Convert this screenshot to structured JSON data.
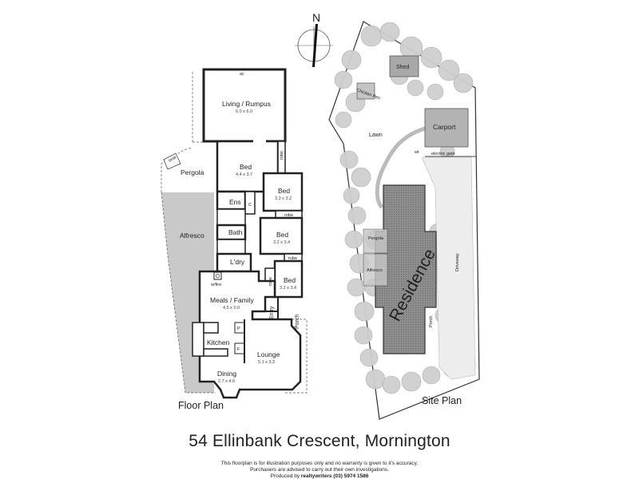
{
  "compass": {
    "label": "N"
  },
  "floor_plan": {
    "title": "Floor  Plan",
    "rooms": {
      "living": {
        "name": "Living / Rumpus",
        "dims": "6.0 x 6.0"
      },
      "bed1": {
        "name": "Bed",
        "dims": "4.4 x 3.7"
      },
      "bed2": {
        "name": "Bed",
        "dims": "3.3 x 3.2"
      },
      "bed3": {
        "name": "Bed",
        "dims": "3.2 x 3.4"
      },
      "bed4": {
        "name": "Bed",
        "dims": "3.2 x 3.4"
      },
      "meals": {
        "name": "Meals / Family",
        "dims": "4.5 x 0.0"
      },
      "lounge": {
        "name": "Lounge",
        "dims": "5.1 x 3.3"
      },
      "dining": {
        "name": "Dining",
        "dims": "2.7 x 4.0"
      },
      "kitchen": {
        "name": "Kitchen"
      },
      "ens": {
        "name": "Ens"
      },
      "bath": {
        "name": "Bath"
      },
      "ldry": {
        "name": "L'dry"
      },
      "pergola": {
        "name": "Pergola"
      },
      "alfresco": {
        "name": "Alfresco"
      },
      "entry": {
        "name": "Entry"
      },
      "porch": {
        "name": "Porch"
      }
    },
    "small_labels": {
      "ac": "ac",
      "robe1": "robe",
      "robe2": "robe",
      "robe3": "robe",
      "robe4": "robe",
      "wire": "w/fire",
      "c": "C",
      "p": "P",
      "f": "F",
      "seat": "seat"
    }
  },
  "site_plan": {
    "title": "Site Plan",
    "labels": {
      "shed": "Shed",
      "chicken_pen": "Chicken Pen",
      "lawn": "Lawn",
      "carport": "Carport",
      "wt": "wt",
      "electric_gate": "electric gate",
      "residence": "Residence",
      "pergola": "Pergola",
      "alfresco": "Alfresco",
      "porch": "Porch",
      "driveway": "Driveway"
    }
  },
  "address": "54 Ellinbank Crescent, Mornington",
  "disclaimer": {
    "line1": "This floorplan is for illustration purposes only and no warranty is given to it's accuracy.",
    "line2": "Purchasers are advised to carry out their own investigations.",
    "line3_prefix": "Produced by ",
    "line3_brand": "realtywriters (03) 5974 1586"
  }
}
